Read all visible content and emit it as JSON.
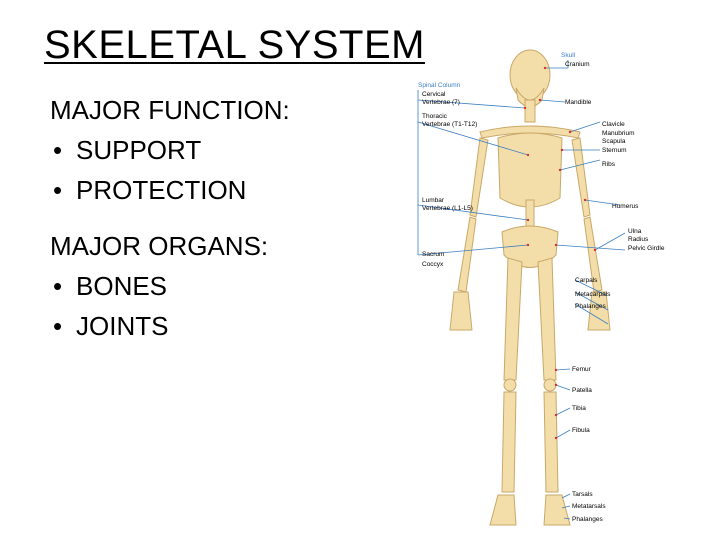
{
  "title": "SKELETAL SYSTEM",
  "functions": {
    "heading": "MAJOR FUNCTION:",
    "items": [
      "SUPPORT",
      "PROTECTION"
    ]
  },
  "organs": {
    "heading": "MAJOR ORGANS:",
    "items": [
      "BONES",
      "JOINTS"
    ]
  },
  "figure": {
    "labels": {
      "skull": "Skull",
      "cranium": "Cranium",
      "spinal_column": "Spinal Column",
      "cervical": "Cervical",
      "vertebrae_c": "Vertebrae",
      "c_count": "(7)",
      "thoracic": "Thoracic",
      "vertebrae_t": "Vertebrae",
      "t_count": "(T1-T12)",
      "lumbar": "Lumbar",
      "vertebrae_l": "Vertebrae",
      "l_count": "(L1-L5)",
      "sacrum": "Sacrum",
      "coccyx": "Coccyx",
      "mandible": "Mandible",
      "clavicle": "Clavicle",
      "manubrium": "Manubrium",
      "scapula": "Scapula",
      "sternum": "Sternum",
      "ribs": "Ribs",
      "humerus": "Humerus",
      "ulna": "Ulna",
      "radius": "Radius",
      "pelvic_girdle": "Pelvic Girdle",
      "carpals": "Carpals",
      "metacarpals": "Metacarpals",
      "phalanges_hand": "Phalanges",
      "femur": "Femur",
      "patella": "Patella",
      "tibia": "Tibia",
      "fibula": "Fibula",
      "tarsals": "Tarsals",
      "metatarsals": "Metatarsals",
      "phalanges_foot": "Phalanges"
    },
    "colors": {
      "bone": "#f3deaa",
      "bone_edge": "#c9a868",
      "line": "#3b7fc4",
      "marker": "#d9302c"
    }
  }
}
